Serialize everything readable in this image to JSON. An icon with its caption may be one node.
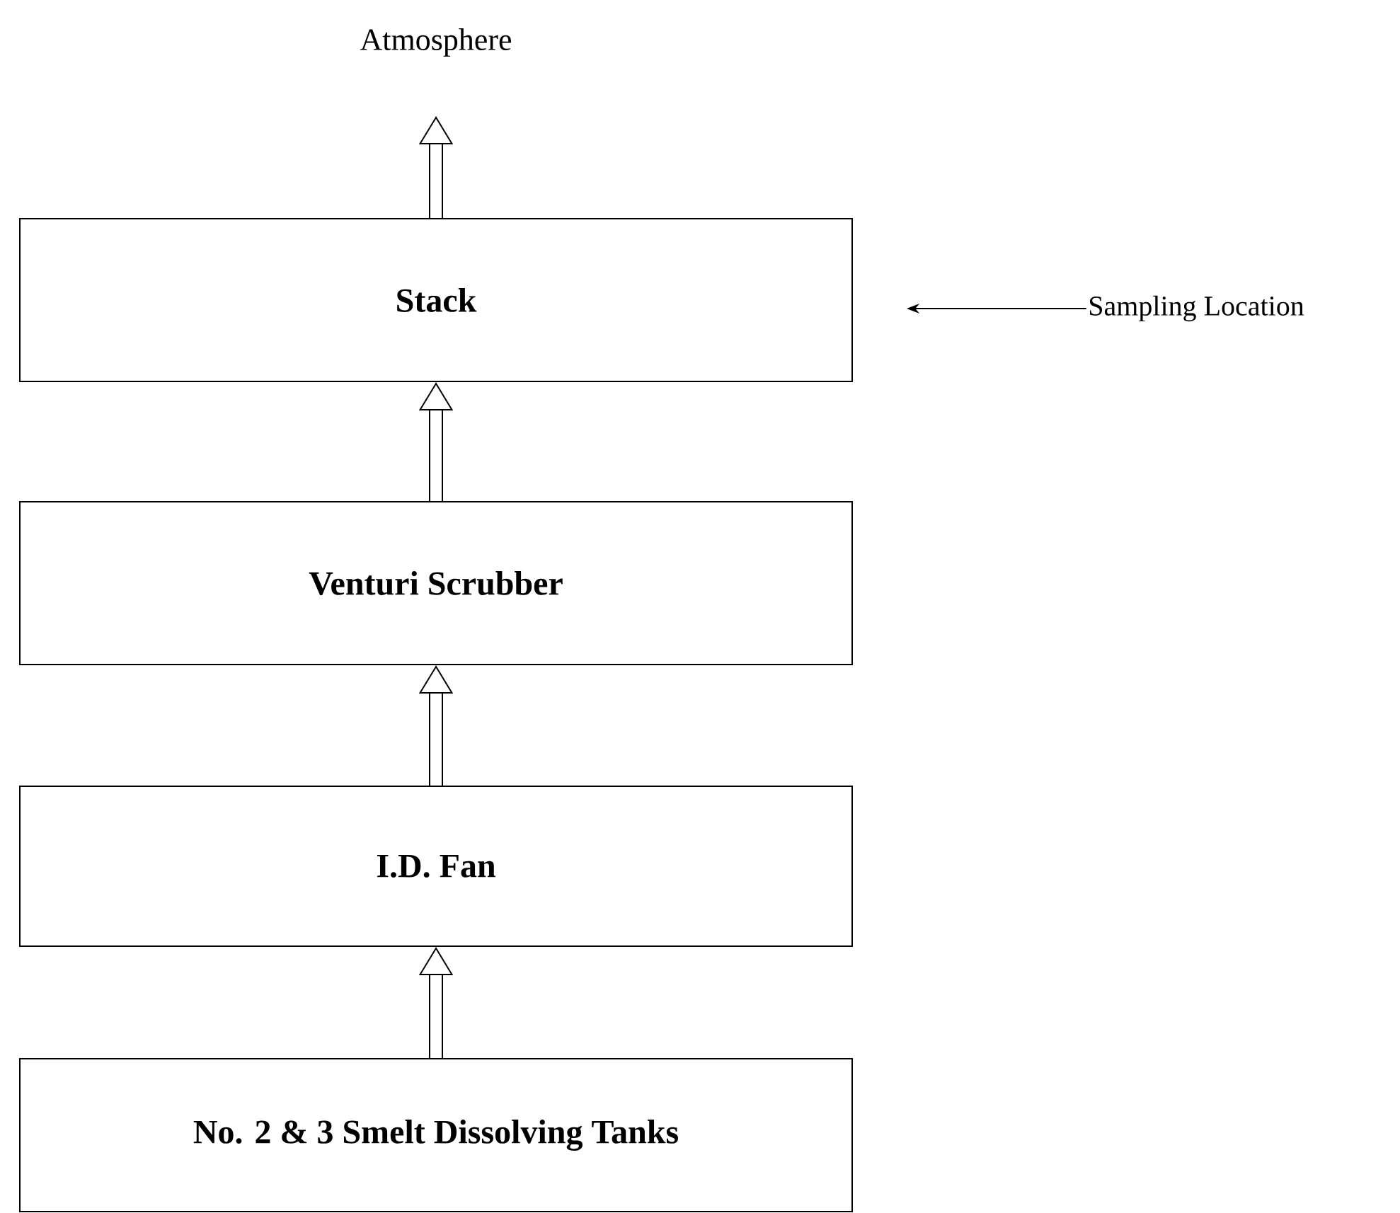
{
  "diagram": {
    "nodes": [
      {
        "text": [
          "Stack"
        ]
      },
      {
        "text": [
          "Sampling Location"
        ]
      },
      {
        "text": [
          "Venturi Scrubber"
        ]
      },
      {
        "text": [
          "I.D. Fan"
        ]
      },
      {
        "text": [
          "No. 2 & 3 Smelt Dissolving Tanks"
        ]
      }
    ],
    "edges": [
      {
        "from": 4,
        "to": 3,
        "arrow": "to"
      },
      {
        "from": 3,
        "to": 2,
        "arrow": "to"
      },
      {
        "from": 2,
        "to": 0,
        "arrow": "to"
      },
      {
        "from": 0,
        "to": null,
        "arrow": "to"
      },
      {
        "from": 1,
        "to": 0,
        "arrow": "to"
      }
    ],
    "labels": [
      "Atmosphere"
    ]
  }
}
